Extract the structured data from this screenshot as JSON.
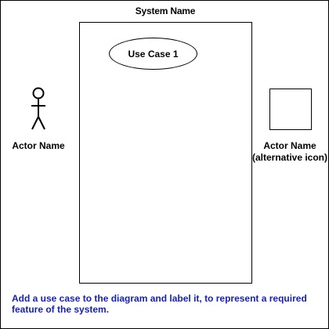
{
  "diagram": {
    "system_name": "System  Name",
    "use_case": "Use Case 1",
    "actor_label": "Actor Name",
    "actor_alt_label_line1": "Actor Name",
    "actor_alt_label_line2": "(alternative icon)",
    "instruction": "Add a use case to the diagram and label it, to represent a required feature of the system.",
    "instruction_color": "#1a22a8",
    "icons": [
      "stick-figure-actor-icon",
      "box-actor-icon"
    ]
  }
}
